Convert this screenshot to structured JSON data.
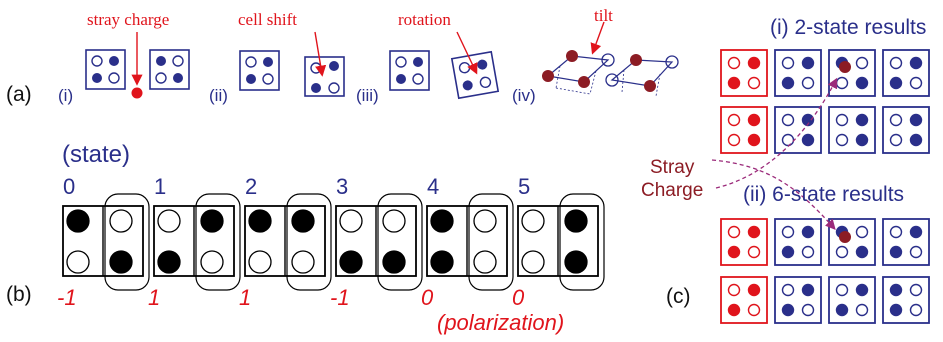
{
  "panel_a": {
    "label": "(a)",
    "sub_labels": [
      "(i)",
      "(ii)",
      "(iii)",
      "(iv)"
    ],
    "annotations": {
      "stray_charge": "stray charge",
      "cell_shift": "cell shift",
      "rotation": "rotation",
      "tilt": "tilt"
    }
  },
  "panel_b": {
    "label": "(b)",
    "state_title": "(state)",
    "states": [
      {
        "number": "0",
        "polarization": "-1"
      },
      {
        "number": "1",
        "polarization": "1"
      },
      {
        "number": "2",
        "polarization": "1"
      },
      {
        "number": "3",
        "polarization": "-1"
      },
      {
        "number": "4",
        "polarization": "0"
      },
      {
        "number": "5",
        "polarization": "0"
      }
    ],
    "polarization_title": "(polarization)"
  },
  "panel_c": {
    "label": "(c)",
    "results_2state": "(i)  2-state results",
    "results_6state": "(ii) 6-state results",
    "stray_label_line1": "Stray",
    "stray_label_line2": "Charge"
  },
  "colors": {
    "navy": "#2a2f8a",
    "red": "#e0141c",
    "dark_red": "#8c1c24",
    "black": "#000000"
  }
}
